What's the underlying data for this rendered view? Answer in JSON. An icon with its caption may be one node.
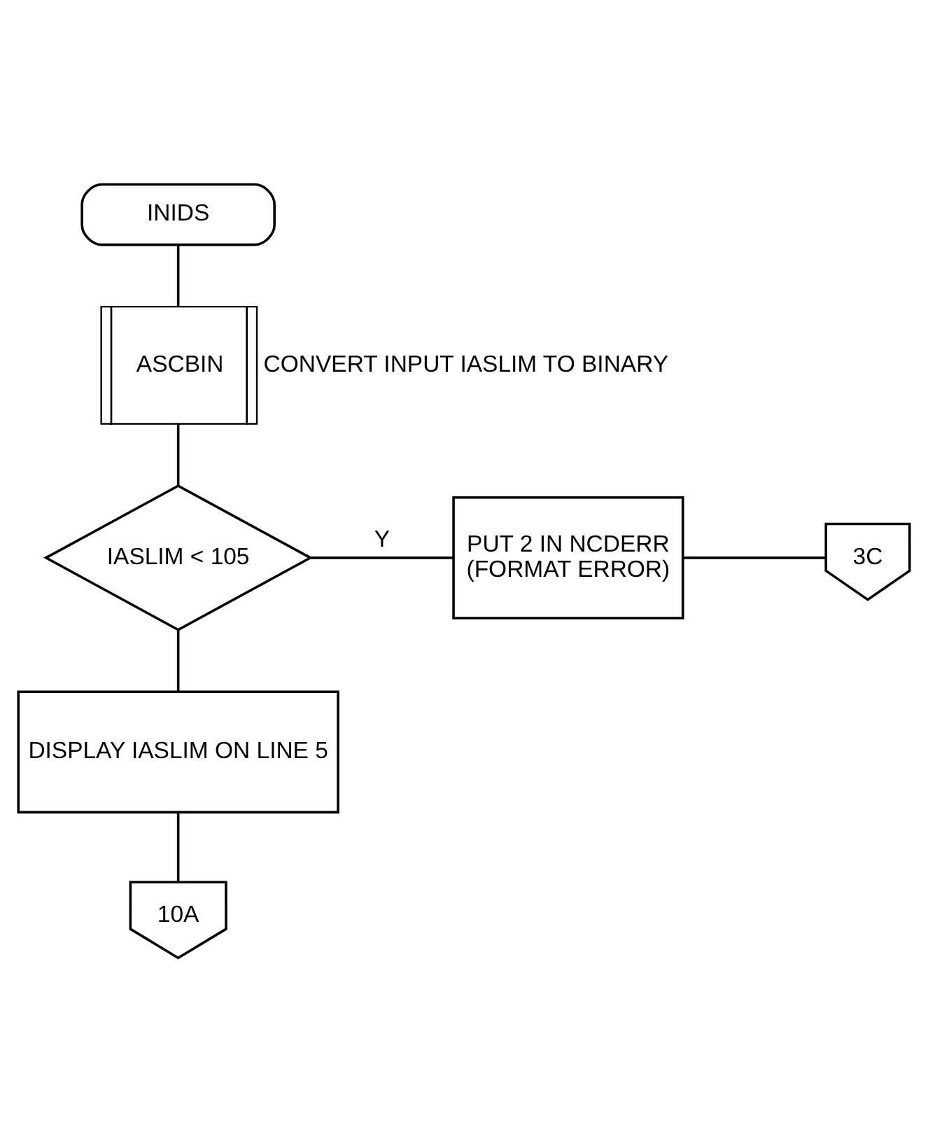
{
  "diagram": {
    "nodes": [
      {
        "text": [
          "INIDS"
        ]
      },
      {
        "text": [
          "ASCBIN"
        ],
        "beside": [
          "CONVERT INPUT IASLIM TO BINARY"
        ]
      },
      {
        "text": [
          "IASLIM < 105"
        ]
      },
      {
        "text": [
          "PUT 2 IN NCDERR",
          "(FORMAT ERROR)"
        ]
      },
      {
        "text": [
          "3C"
        ]
      },
      {
        "text": [
          "DISPLAY IASLIM ON LINE 5"
        ]
      },
      {
        "text": [
          "10A"
        ]
      }
    ],
    "edges": [
      {
        "from": 0,
        "to": 1,
        "arrow": "none"
      },
      {
        "from": 1,
        "to": 2,
        "arrow": "none"
      },
      {
        "from": 2,
        "to": 3,
        "arrow": "none",
        "label": "Y"
      },
      {
        "from": 3,
        "to": 4,
        "arrow": "none"
      },
      {
        "from": 2,
        "to": 5,
        "arrow": "none"
      },
      {
        "from": 5,
        "to": 6,
        "arrow": "none"
      }
    ]
  }
}
